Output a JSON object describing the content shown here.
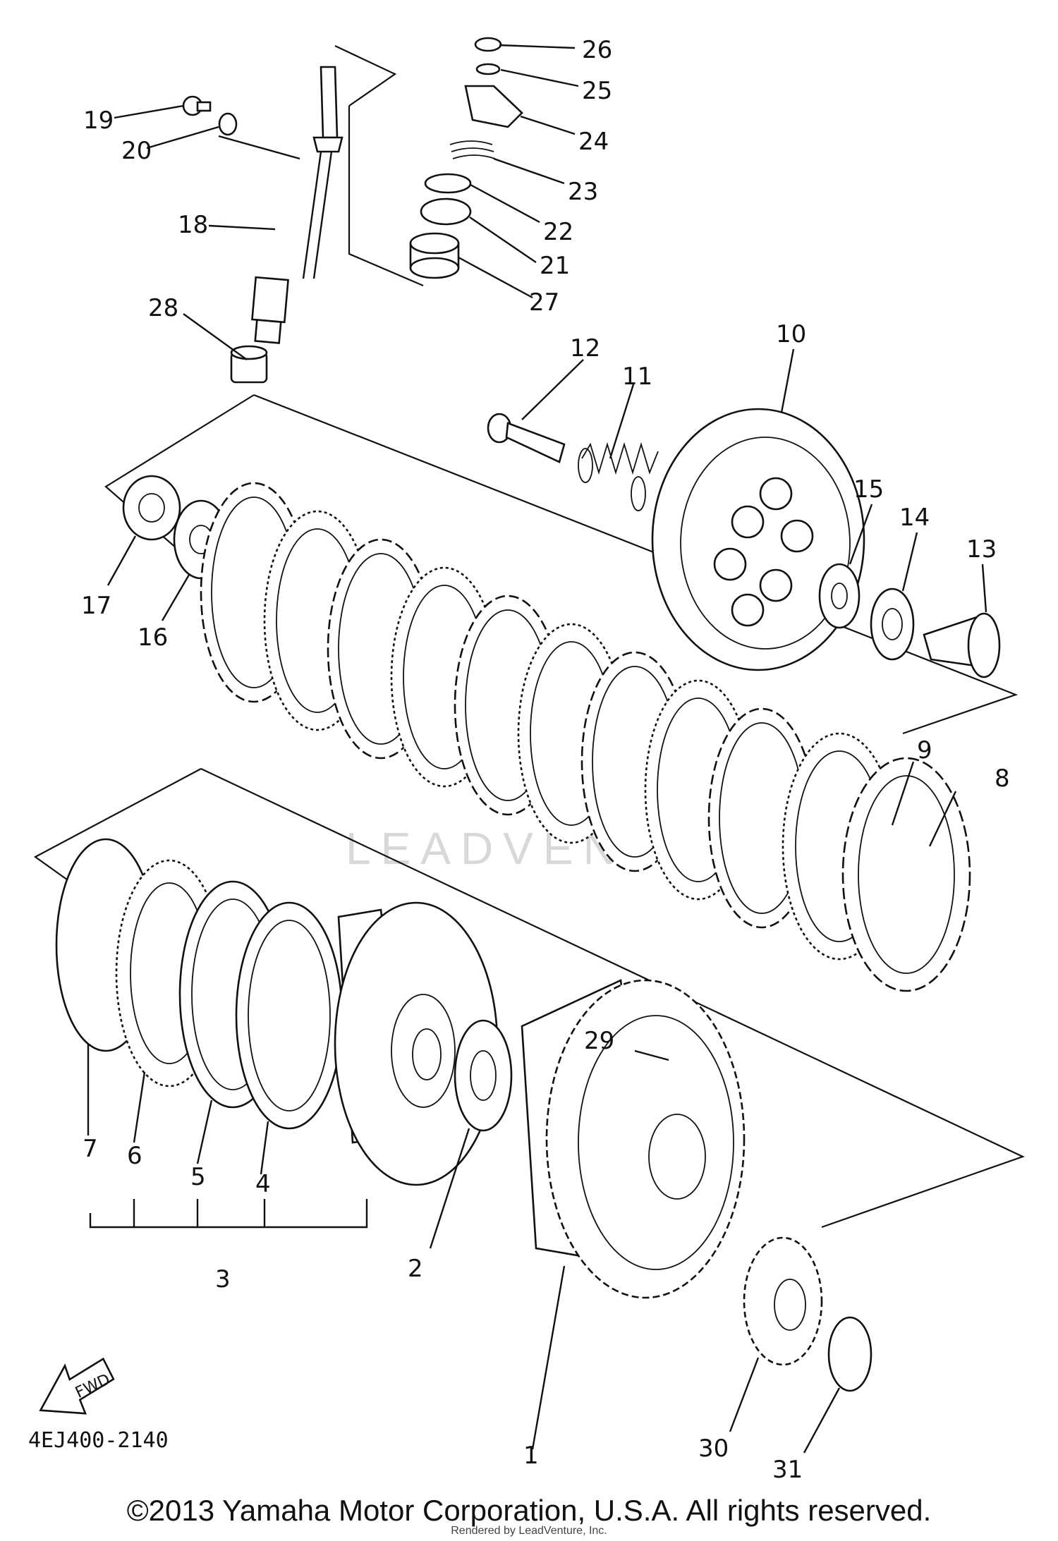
{
  "diagram": {
    "part_code": "4EJ400-2140",
    "fwd_label": "FWD",
    "watermark": "LEADVENTURE",
    "callouts": [
      "1",
      "2",
      "3",
      "4",
      "5",
      "6",
      "7",
      "8",
      "9",
      "10",
      "11",
      "12",
      "13",
      "14",
      "15",
      "16",
      "17",
      "18",
      "19",
      "20",
      "21",
      "22",
      "23",
      "24",
      "25",
      "26",
      "27",
      "28",
      "29",
      "30",
      "31"
    ]
  },
  "footer": {
    "copyright": "©2013 Yamaha Motor Corporation, U.S.A. All rights reserved.",
    "rendered_by": "Rendered by LeadVenture, Inc."
  }
}
